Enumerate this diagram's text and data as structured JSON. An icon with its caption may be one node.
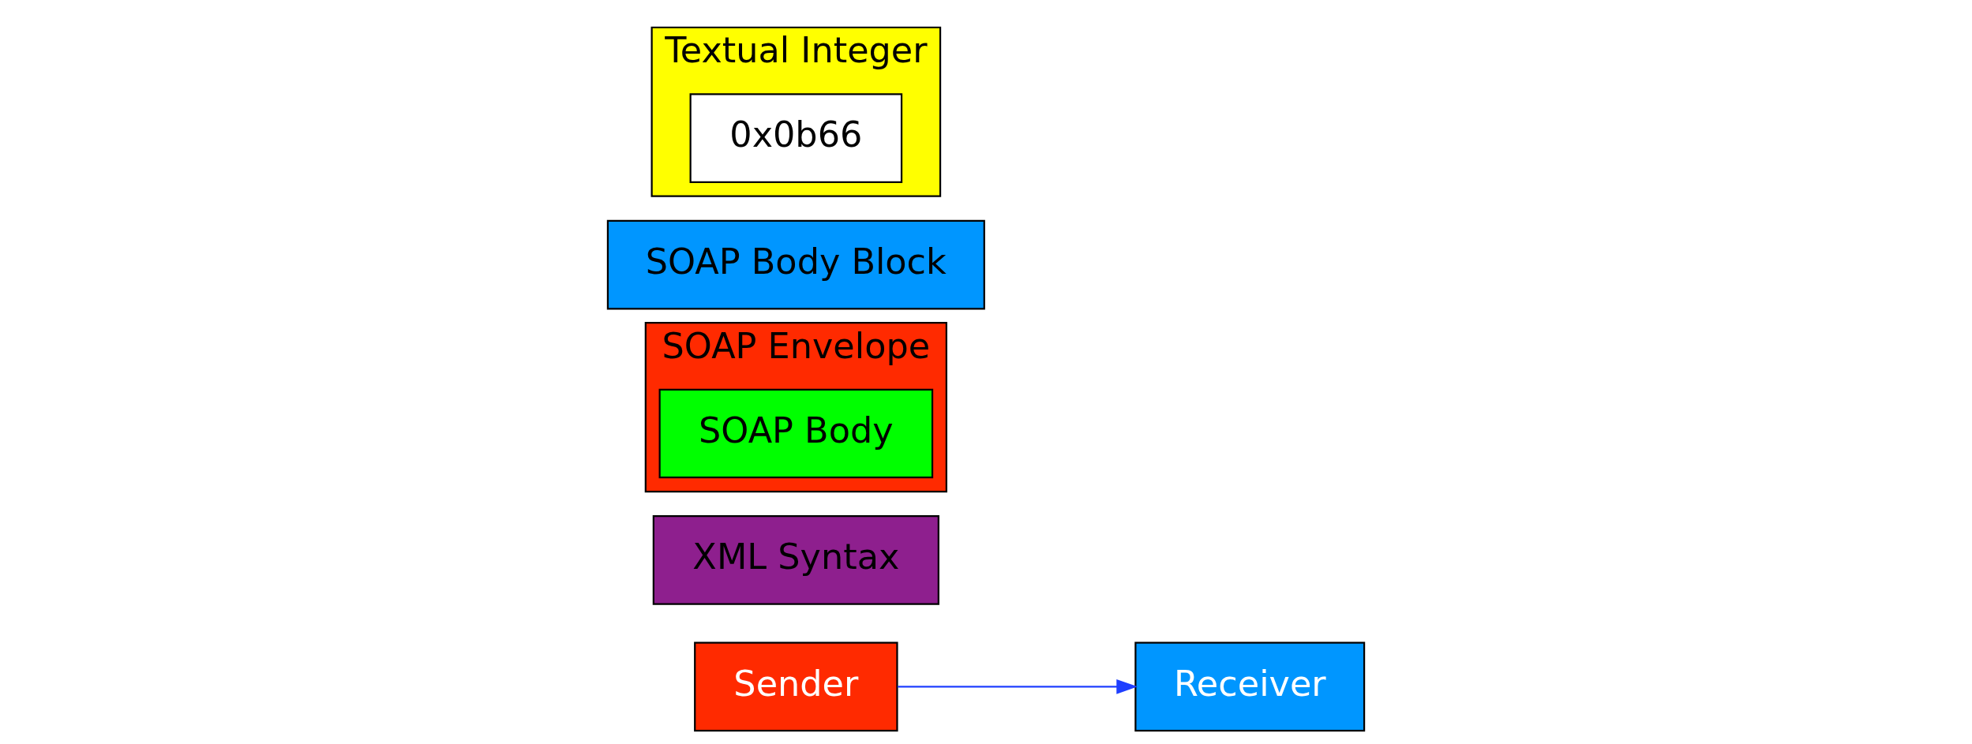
{
  "diagram": {
    "nodes": [
      {
        "text": [
          "Sender"
        ]
      },
      {
        "text": [
          "XML Syntax"
        ]
      },
      {
        "text": [
          "SOAP Envelope"
        ]
      },
      {
        "text": [
          "SOAP Body"
        ],
        "in": 2
      },
      {
        "text": [
          "SOAP Body Block"
        ]
      },
      {
        "text": [
          "Textual Integer"
        ]
      },
      {
        "text": [
          "0x0b66"
        ],
        "in": 5
      },
      {
        "text": [
          "Receiver"
        ]
      }
    ],
    "edges": [
      {
        "from": 0,
        "to": 7,
        "arrow": "to",
        "color": "#1f3fff"
      }
    ]
  }
}
